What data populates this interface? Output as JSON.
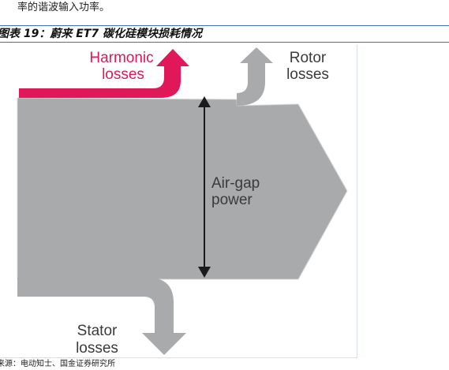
{
  "top_text": "率的谐波输入功率。",
  "figure": {
    "caption": "图表 19：蔚来 ET7 碳化硅模块损耗情况",
    "labels": {
      "harmonic_line1": "Harmonic",
      "harmonic_line2": "losses",
      "rotor_line1": "Rotor",
      "rotor_line2": "losses",
      "airgap_line1": "Air-gap",
      "airgap_line2": "power",
      "stator_line1": "Stator",
      "stator_line2": "losses"
    },
    "colors": {
      "harmonic": "#e0185a",
      "flow_gray": "#a9aaac",
      "text": "#3a3a3a"
    }
  },
  "source": "来源：电动知士、国金证券研究所"
}
